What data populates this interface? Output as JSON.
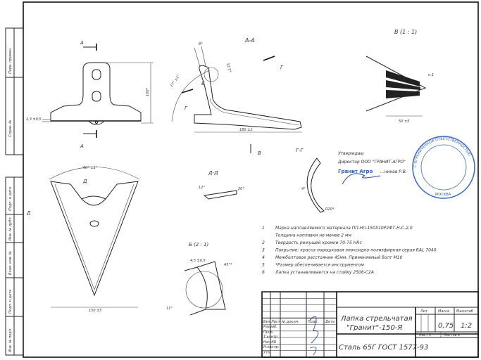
{
  "side_strip": [
    "Перв. примен.",
    "Справ. №",
    "Подп. и дата",
    "Инв. № дубл.",
    "Взам. инв. №",
    "Подп. и дата",
    "Инв. № подл."
  ],
  "views": {
    "section_a_label": "А",
    "section_aa_title": "А-А",
    "section_g_label": "Г",
    "view_v_label": "В",
    "view_v_title": "В (1 : 1)",
    "section_gg_title": "Г-Г",
    "section_d_label": "Д",
    "section_dd_title": "Д-Д",
    "detail_b_label": "Б",
    "detail_b_title": "Б (2 : 1)"
  },
  "dimensions": {
    "thickness": "2,3 ±0,5",
    "height": "100*",
    "length": "180 ±1",
    "stand_thickness": "6*",
    "offset": "12,5*",
    "angle_aa": "17° ±1°",
    "note_ref": "п.1",
    "v_width": "50 ±5",
    "tip_angle": "60° ±1°",
    "width": "150 ±5",
    "dd_angle1": "12°",
    "dd_angle2": "20°",
    "gg_angle": "4°",
    "gg_radius": "R20*",
    "b_dim": "4,5 ±0,5",
    "b_angle": "45°*",
    "b_angle2": "11°"
  },
  "notes": [
    {
      "n": "1",
      "text": "Марка наплавляемого материала ПП-Нп-150Х10Р2ФТ-Н-С-2,0"
    },
    {
      "n": "",
      "text": "Толщина наплавки не менее 2 мм"
    },
    {
      "n": "2",
      "text": "Твердость режущей кромки 70-75 HRc"
    },
    {
      "n": "3",
      "text": "Покрытие: краска порошковая эпоксидно-полиэфирная серая RAL 7040"
    },
    {
      "n": "4",
      "text": "Межболтовое расстояние 45мм. Применяемый болт М10"
    },
    {
      "n": "5",
      "text": "*Размер обеспечивается инструментом"
    },
    {
      "n": "6",
      "text": "Лапка устанавливается на стойку 2506-С2А"
    }
  ],
  "approval": {
    "line1": "Утверждаю",
    "line2": "Директор ООО \"ГРАНИТ-АГРО\"",
    "line3": "Гранит Агро",
    "line4": "...ников Р.В.",
    "stamp_top": "С ОГРАНИЧЕННОЙ ОТВЕТСТВЕННОСТЬЮ",
    "stamp_bottom": "МОСКВА"
  },
  "title_block": {
    "headers": [
      "Изм",
      "Лист",
      "№ докум.",
      "Подп.",
      "Дата"
    ],
    "roles": [
      "Разраб.",
      "Пров.",
      "Т.контр.",
      "Нач.КБ",
      "Н.контр.",
      "Утв."
    ],
    "title_line1": "Лапка стрельчатая",
    "title_line2": "\"Гранит\"-150-Я",
    "material": "Сталь 65Г ГОСТ 1577-93",
    "lit_label": "Лит.",
    "mass_label": "Масса",
    "scale_label": "Масштаб",
    "mass": "0,75",
    "scale": "1:2",
    "sheet": "Лист 1",
    "sheets": "Листов 1"
  }
}
